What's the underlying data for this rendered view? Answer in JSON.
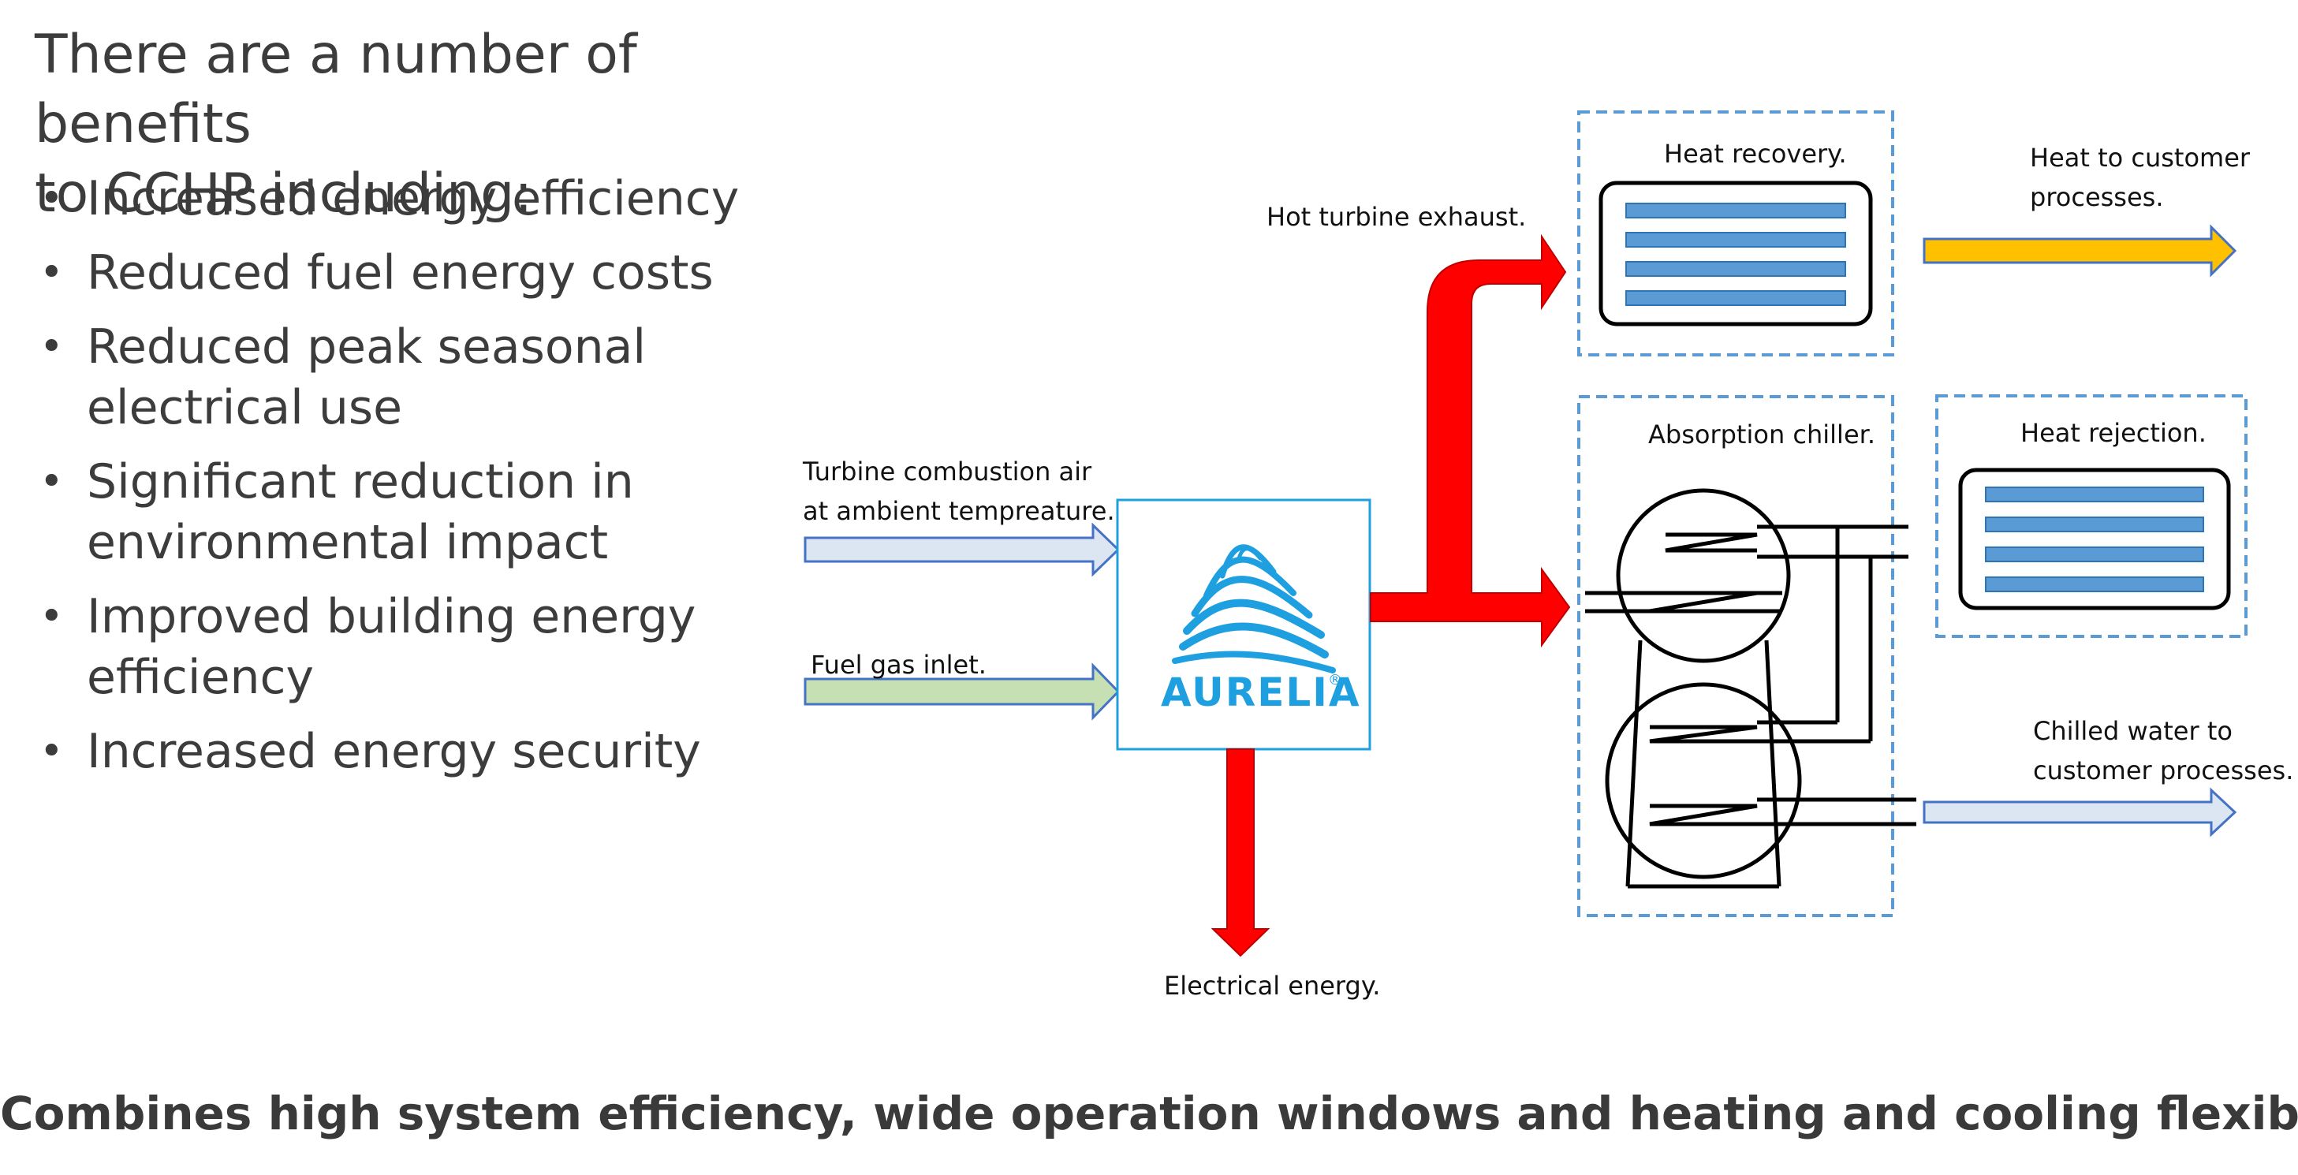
{
  "intro": {
    "line1": "There are a number of benefits",
    "line2": "to CCHP including:"
  },
  "benefits": [
    {
      "lines": [
        "Increased energy efficiency"
      ]
    },
    {
      "lines": [
        "Reduced fuel energy costs"
      ]
    },
    {
      "lines": [
        "Reduced peak seasonal",
        "electrical use"
      ]
    },
    {
      "lines": [
        "Significant reduction in",
        "environmental impact"
      ]
    },
    {
      "lines": [
        "Improved building energy",
        "efficiency"
      ]
    },
    {
      "lines": [
        "Increased energy security"
      ]
    }
  ],
  "bullet_char": "•",
  "diagram": {
    "turbine_air": [
      "Turbine combustion air",
      "at ambient tempreature."
    ],
    "fuel_gas": "Fuel gas inlet.",
    "hot_exhaust": "Hot turbine exhaust.",
    "electrical": "Electrical energy.",
    "heat_recovery": "Heat recovery.",
    "absorption_chiller": "Absorption chiller.",
    "heat_rejection": "Heat rejection.",
    "heat_to_customer": [
      "Heat to customer",
      "processes."
    ],
    "chilled_water": [
      "Chilled water to",
      "customer processes."
    ],
    "logo": {
      "name": "AURELIA",
      "mark": "®",
      "icon": "aurelia-wave-logo-icon"
    }
  },
  "footer": "Combines high system efficiency, wide operation windows and heating and cooling flexibility.",
  "colors": {
    "text": "#3c3c3c",
    "red": "#ff0000",
    "gold": "#ffc000",
    "light_blue_fill": "#dce6f2",
    "light_green_fill": "#c6e0b4",
    "arrow_outline": "#4472c4",
    "coil_blue": "#5b9bd5",
    "dash_blue": "#5b9bd5",
    "logo_blue": "#1e9fe0"
  }
}
